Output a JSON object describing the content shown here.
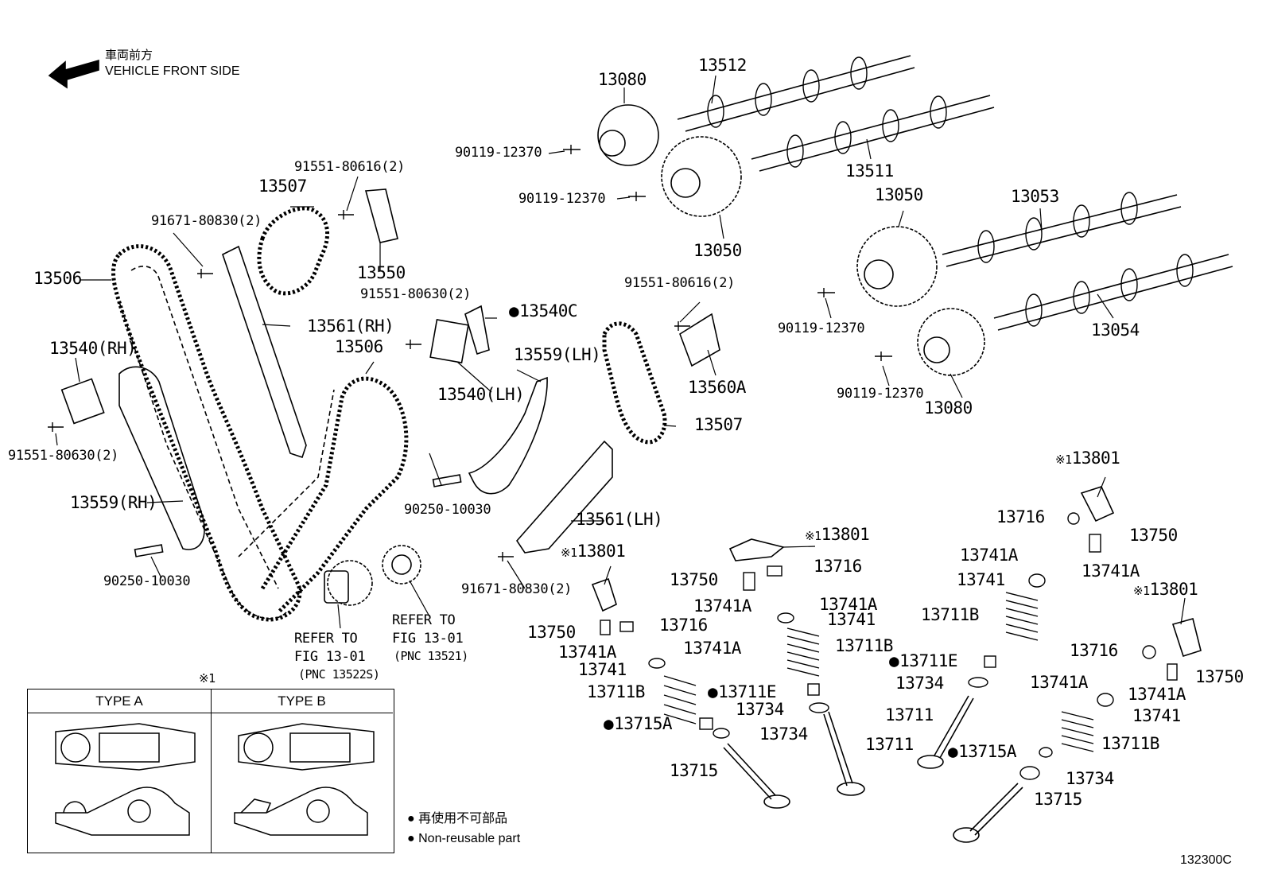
{
  "header": {
    "front_jp": "車両前方",
    "front_en": "VEHICLE FRONT SIDE"
  },
  "labels": {
    "p13080_top": "13080",
    "p13512": "13512",
    "p90119_a": "90119-12370",
    "p90119_b": "90119-12370",
    "p13511": "13511",
    "p13050_top": "13050",
    "p13053": "13053",
    "p13050_bot": "13050",
    "p91551_80616_a": "91551-80616(2)",
    "p13507_a": "13507",
    "p91671_80830_a": "91671-80830(2)",
    "p13550": "13550",
    "p13506_a": "13506",
    "p91551_80630_a": "91551-80630(2)",
    "p13540c": "13540C",
    "p13561rh": "13561(RH)",
    "p13506_b": "13506",
    "p13540rh": "13540(RH)",
    "p13559lh": "13559(LH)",
    "p13540lh": "13540(LH)",
    "p91551_80616_b": "91551-80616(2)",
    "p90119_c": "90119-12370",
    "p13054": "13054",
    "p13560a": "13560A",
    "p90119_d": "90119-12370",
    "p13080_bot": "13080",
    "p91551_80630_b": "91551-80630(2)",
    "p13507_b": "13507",
    "p13559rh": "13559(RH)",
    "p90250_a": "90250-10030",
    "p13561lh": "13561(LH)",
    "p90250_b": "90250-10030",
    "p91671_80830_b": "91671-80830(2)",
    "p13801_a": "13801",
    "p13801_b": "13801",
    "p13801_c": "13801",
    "p13801_d": "13801",
    "p13716_a": "13716",
    "p13716_b": "13716",
    "p13716_c": "13716",
    "p13716_d": "13716",
    "p13750_a": "13750",
    "p13750_b": "13750",
    "p13750_c": "13750",
    "p13750_d": "13750",
    "p13741A_1": "13741A",
    "p13741A_2": "13741A",
    "p13741A_3": "13741A",
    "p13741A_4": "13741A",
    "p13741A_5": "13741A",
    "p13741A_6": "13741A",
    "p13741A_7": "13741A",
    "p13741A_8": "13741A",
    "p13741_1": "13741",
    "p13741_2": "13741",
    "p13741_3": "13741",
    "p13741_4": "13741",
    "p13711B_1": "13711B",
    "p13711B_2": "13711B",
    "p13711B_3": "13711B",
    "p13711B_4": "13711B",
    "p13711E_1": "13711E",
    "p13711E_2": "13711E",
    "p13734_1": "13734",
    "p13734_2": "13734",
    "p13734_3": "13734",
    "p13734_4": "13734",
    "p13711_1": "13711",
    "p13711_2": "13711",
    "p13715A_1": "13715A",
    "p13715A_2": "13715A",
    "p13715_1": "13715",
    "p13715_2": "13715",
    "refer_a1": "REFER TO",
    "refer_a2": "FIG 13-01",
    "refer_a3": "(PNC 13522S)",
    "refer_b1": "REFER TO",
    "refer_b2": "FIG 13-01",
    "refer_b3": "(PNC 13521)"
  },
  "note_mark": "※1",
  "types": {
    "a": "TYPE A",
    "b": "TYPE B"
  },
  "legend": {
    "jp": "再使用不可部品",
    "en": "Non-reusable part"
  },
  "figure_id": "132300C"
}
